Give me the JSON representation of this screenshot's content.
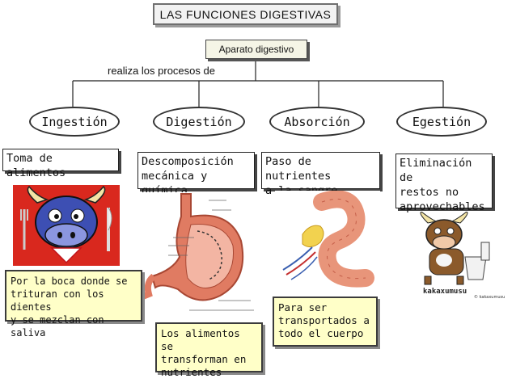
{
  "title": "LAS FUNCIONES DIGESTIVAS",
  "root": "Aparato digestivo",
  "edge_label": "realiza los procesos de",
  "processes": [
    {
      "name": "Ingestión",
      "description": "Toma de alimentos",
      "note": "Por la boca donde se\ntrituran con los dientes\ny se mezclan con saliva"
    },
    {
      "name": "Digestión",
      "description": "Descomposición\nmecánica y química",
      "note": "Los alimentos se\ntransforman en\nnutrientes"
    },
    {
      "name": "Absorción",
      "description": "Paso de nutrientes\na la sangre",
      "note": "Para ser\ntransportados a\ntodo el cuerpo"
    },
    {
      "name": "Egestión",
      "description": "Eliminación de\nrestos no\naprovechables",
      "note": ""
    }
  ],
  "logo_text": "kakaxumusu",
  "logo_credit": "© kakaxumusu",
  "colors": {
    "note_fill": "#ffffc8",
    "stomach": "#e07b62",
    "intestine": "#e8957a",
    "cow_blue": "#3d4fb3",
    "pic_bg_red": "#d9281e"
  },
  "icons": [
    "cow-eating-icon",
    "stomach-diagram-icon",
    "intestine-diagram-icon",
    "cow-toilet-icon"
  ]
}
